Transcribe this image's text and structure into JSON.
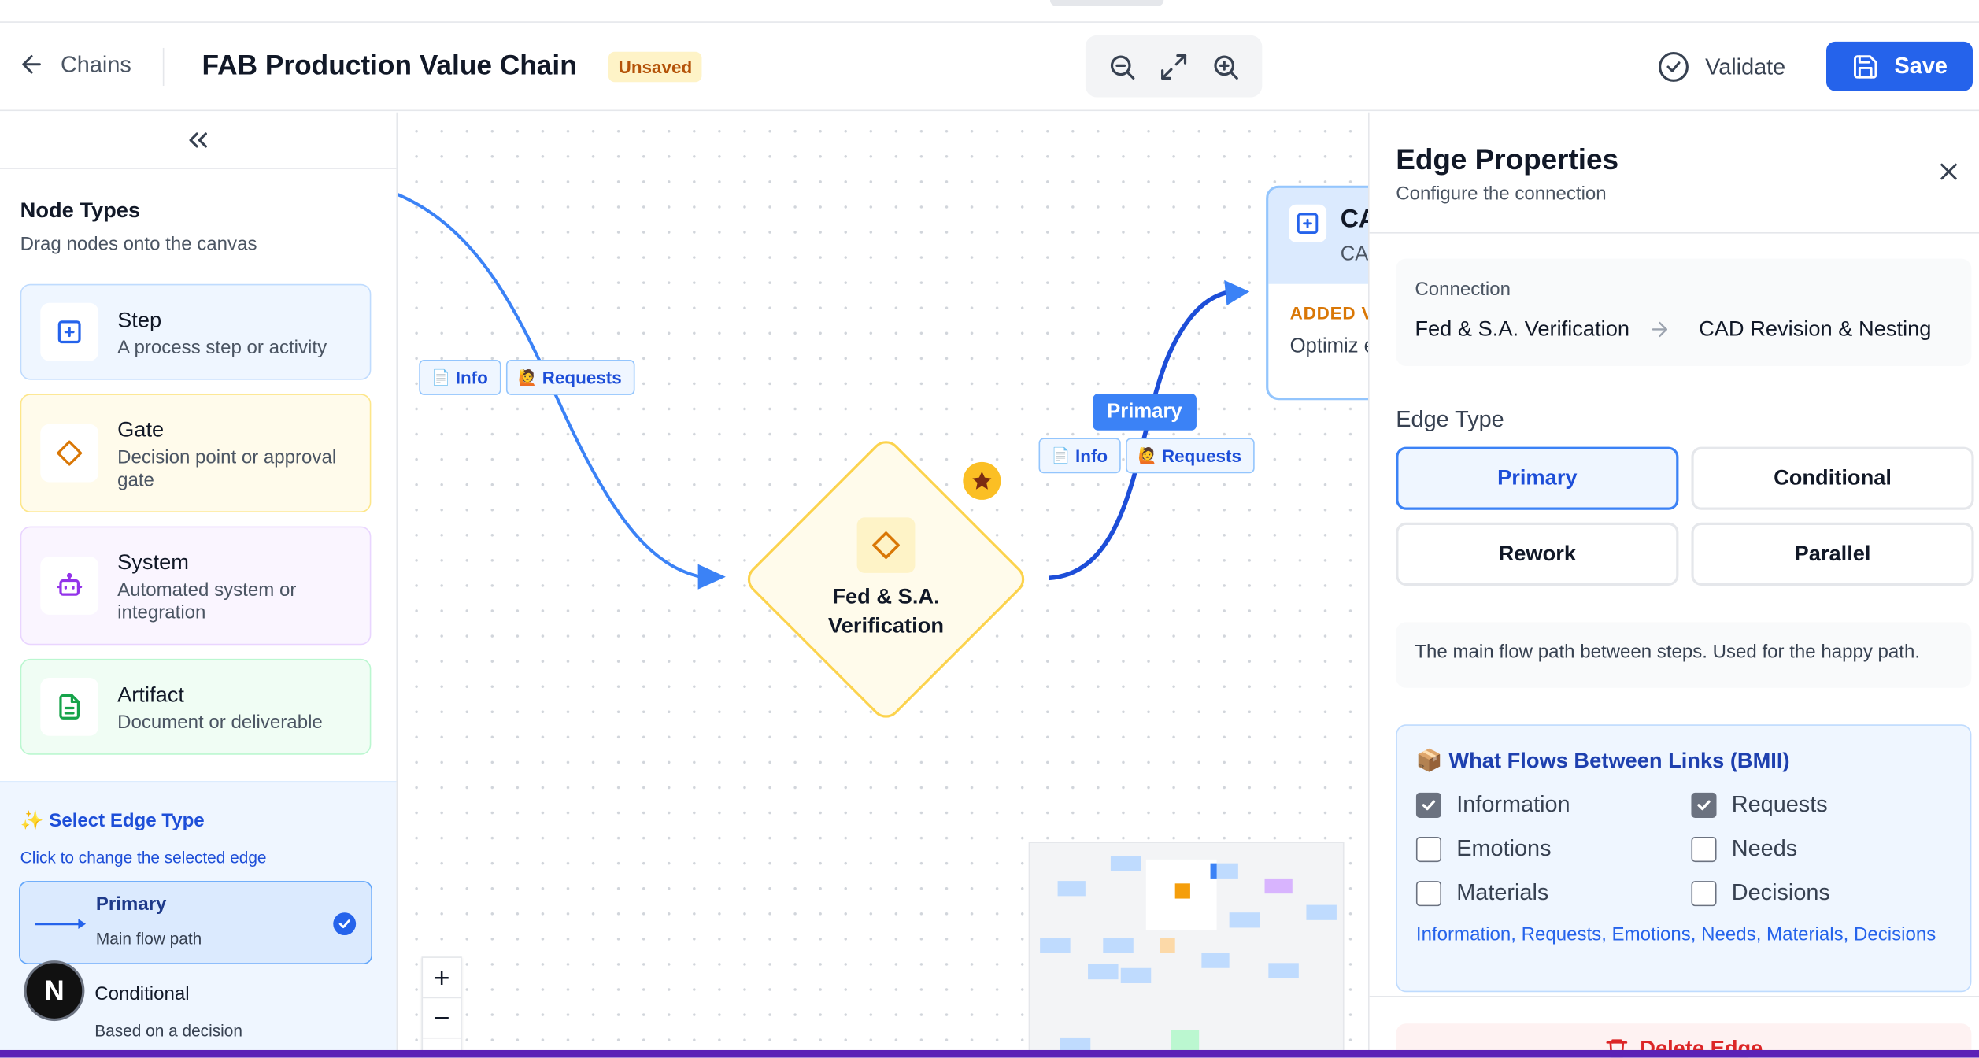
{
  "header": {
    "back_label": "Chains",
    "title": "FAB Production Value Chain",
    "status_badge": "Unsaved",
    "validate_label": "Validate",
    "save_label": "Save"
  },
  "sidebar": {
    "title": "Node Types",
    "subtitle": "Drag nodes onto the canvas",
    "node_types": [
      {
        "name": "Step",
        "description": "A process step or activity"
      },
      {
        "name": "Gate",
        "description": "Decision point or approval gate"
      },
      {
        "name": "System",
        "description": "Automated system or integration"
      },
      {
        "name": "Artifact",
        "description": "Document or deliverable"
      }
    ],
    "edge_section": {
      "title": "✨ Select Edge Type",
      "subtitle": "Click to change the selected edge",
      "options": [
        {
          "name": "Primary",
          "description": "Main flow path",
          "selected": true
        },
        {
          "name": "Conditional",
          "description": "Based on a decision",
          "selected": false
        }
      ]
    },
    "avatar_letter": "N"
  },
  "canvas": {
    "edge_chips_left": [
      {
        "icon": "📄",
        "label": "Info"
      },
      {
        "icon": "🙋",
        "label": "Requests"
      }
    ],
    "edge_chips_right": [
      {
        "icon": "📄",
        "label": "Info"
      },
      {
        "icon": "🙋",
        "label": "Requests"
      }
    ],
    "selected_edge_label": "Primary",
    "gate_node": {
      "label": "Fed & S.A. Verification"
    },
    "step_node": {
      "title": "CA",
      "subtitle": "CA",
      "added_value_label": "ADDED V",
      "added_value_text": "Optimiz ensures"
    },
    "zoom_in_label": "+",
    "zoom_out_label": "−"
  },
  "panel": {
    "title": "Edge Properties",
    "subtitle": "Configure the connection",
    "connection": {
      "label": "Connection",
      "from": "Fed & S.A. Verification",
      "to": "CAD Revision & Nesting"
    },
    "edge_type_label": "Edge Type",
    "edge_types": [
      {
        "label": "Primary",
        "active": true
      },
      {
        "label": "Conditional",
        "active": false
      },
      {
        "label": "Rework",
        "active": false
      },
      {
        "label": "Parallel",
        "active": false
      }
    ],
    "edge_type_description": "The main flow path between steps. Used for the happy path.",
    "bmii": {
      "title": "📦 What Flows Between Links (BMII)",
      "items": [
        {
          "label": "Information",
          "checked": true
        },
        {
          "label": "Requests",
          "checked": true
        },
        {
          "label": "Emotions",
          "checked": false
        },
        {
          "label": "Needs",
          "checked": false
        },
        {
          "label": "Materials",
          "checked": false
        },
        {
          "label": "Decisions",
          "checked": false
        }
      ],
      "summary": "Information, Requests, Emotions, Needs, Materials, Decisions"
    },
    "delete_label": "Delete Edge"
  },
  "colors": {
    "accent": "#2563eb",
    "gate": "#fcd34d",
    "step": "#93c5fd",
    "system": "#a855f7",
    "artifact": "#22c55e",
    "danger": "#dc2626"
  }
}
